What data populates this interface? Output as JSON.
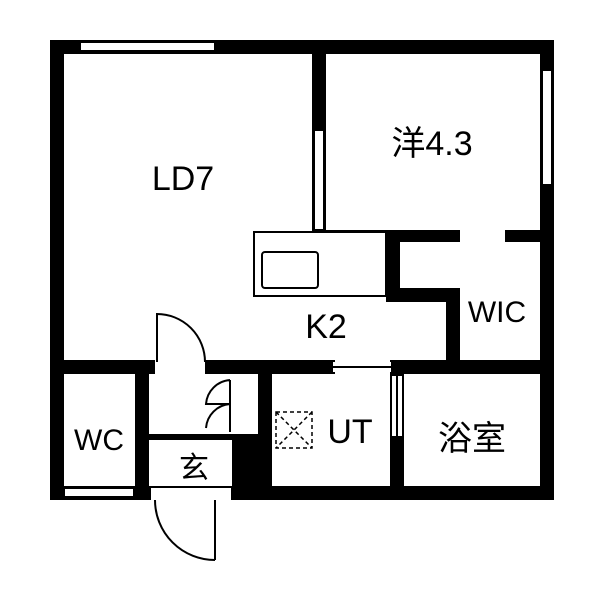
{
  "rooms": {
    "living": "LD7",
    "western": "洋4.3",
    "kitchen": "K2",
    "closet": "WIC",
    "toilet": "WC",
    "entrance": "玄",
    "utility": "UT",
    "bath": "浴室"
  }
}
